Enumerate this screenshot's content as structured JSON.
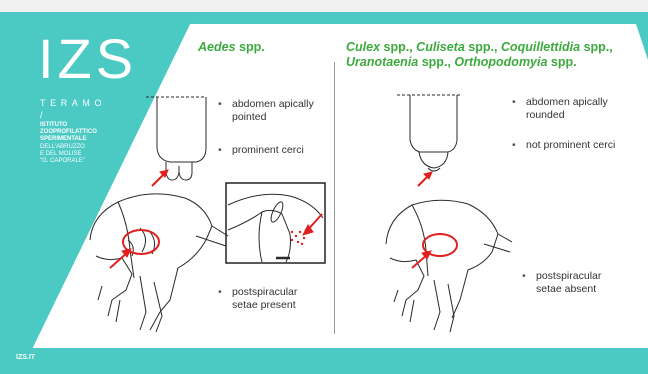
{
  "sidebar": {
    "logo": "IZS",
    "city": "TERAMO",
    "slash": "/",
    "institute_bold": [
      "ISTITUTO",
      "ZOOPROFILATTICO",
      "SPERIMENTALE"
    ],
    "institute_regular": [
      "DELL'ABRUZZO",
      "E DEL MOLISE",
      "\"G. CAPORALE\""
    ],
    "footer_url": "IZS.IT"
  },
  "left": {
    "heading_genus": "Aedes",
    "heading_suffix": " spp.",
    "bullets": [
      "abdomen apically pointed",
      "prominent cerci",
      "postspiracular setae present"
    ]
  },
  "right": {
    "heading_line1": [
      {
        "t": "Culex",
        "i": true
      },
      {
        "t": " spp., ",
        "i": false
      },
      {
        "t": "Culiseta",
        "i": true
      },
      {
        "t": " spp., ",
        "i": false
      },
      {
        "t": "Coquillettidia",
        "i": true
      },
      {
        "t": " spp.,",
        "i": false
      }
    ],
    "heading_line2": [
      {
        "t": "Uranotaenia",
        "i": true
      },
      {
        "t": " spp., ",
        "i": false
      },
      {
        "t": "Orthopodomyia",
        "i": true
      },
      {
        "t": " spp.",
        "i": false
      }
    ],
    "bullets": [
      "abdomen apically rounded",
      "not prominent cerci",
      "postspiracular setae absent"
    ]
  },
  "colors": {
    "teal": "#4bc9c3",
    "heading_green": "#3daa3d",
    "annotation_red": "#e02020",
    "line_art": "#2a2a2a"
  }
}
